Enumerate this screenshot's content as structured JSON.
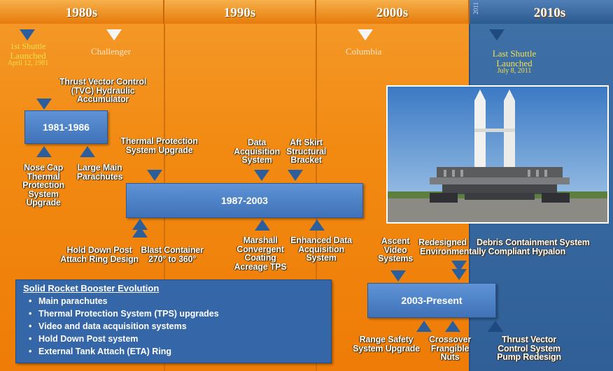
{
  "decades": [
    "1980s",
    "1990s",
    "2000s",
    "2010s"
  ],
  "small_year": "2011",
  "milestones": {
    "first_shuttle": {
      "line1": "1st Shuttle",
      "line2": "Launched",
      "date": "April 12, 1981"
    },
    "challenger": "Challenger",
    "columbia": "Columbia",
    "last_shuttle": {
      "line1": "Last Shuttle",
      "line2": "Launched",
      "date": "July 8, 2011"
    }
  },
  "periods": {
    "p1": "1981-1986",
    "p2": "1987-2003",
    "p3": "2003-Present"
  },
  "labels": {
    "tvc_accumulator": [
      "Thrust Vector Control",
      "(TVC) Hydraulic",
      "Accumulator"
    ],
    "nose_cap": [
      "Nose Cap",
      "Thermal",
      "Protection",
      "System",
      "Upgrade"
    ],
    "large_main_parachutes": [
      "Large Main",
      "Parachutes"
    ],
    "thermal_protection_upgrade": [
      "Thermal Protection",
      "System  Upgrade"
    ],
    "data_acquisition": [
      "Data",
      "Acquisition",
      "System"
    ],
    "aft_skirt": [
      "Aft Skirt",
      "Structural",
      "Bracket"
    ],
    "hold_down_post": [
      "Hold Down Post",
      "Attach Ring Design"
    ],
    "blast_container": [
      "Blast Container",
      "270° to 360°"
    ],
    "marshall_coating": [
      "Marshall",
      "Convergent",
      "Coating",
      "Acreage TPS"
    ],
    "enhanced_data": [
      "Enhanced Data",
      "Acquisition",
      "System"
    ],
    "ascent_video": [
      "Ascent",
      "Video",
      "Systems"
    ],
    "redesigned_env": [
      "Redesigned",
      "Environmentally Compliant  Hypalon"
    ],
    "debris_containment": [
      "Debris Containment System"
    ],
    "range_safety": [
      "Range Safety",
      "System Upgrade"
    ],
    "crossover_nuts": [
      "Crossover",
      "Frangible",
      "Nuts"
    ],
    "tvc_pump": [
      "Thrust Vector",
      "Control System",
      "Pump Redesign"
    ]
  },
  "info_box": {
    "title": "Solid Rocket Booster Evolution",
    "items": [
      "Main parachutes",
      "Thermal Protection System (TPS) upgrades",
      "Video and data acquisition systems",
      "Hold Down Post system",
      "External Tank Attach (ETA) Ring"
    ]
  },
  "colors": {
    "orange_bg": "#f28a12",
    "blue_panel": "#2f5f96",
    "box_blue": "#4f83c8",
    "milestone_yellow": "#f3e04a"
  }
}
